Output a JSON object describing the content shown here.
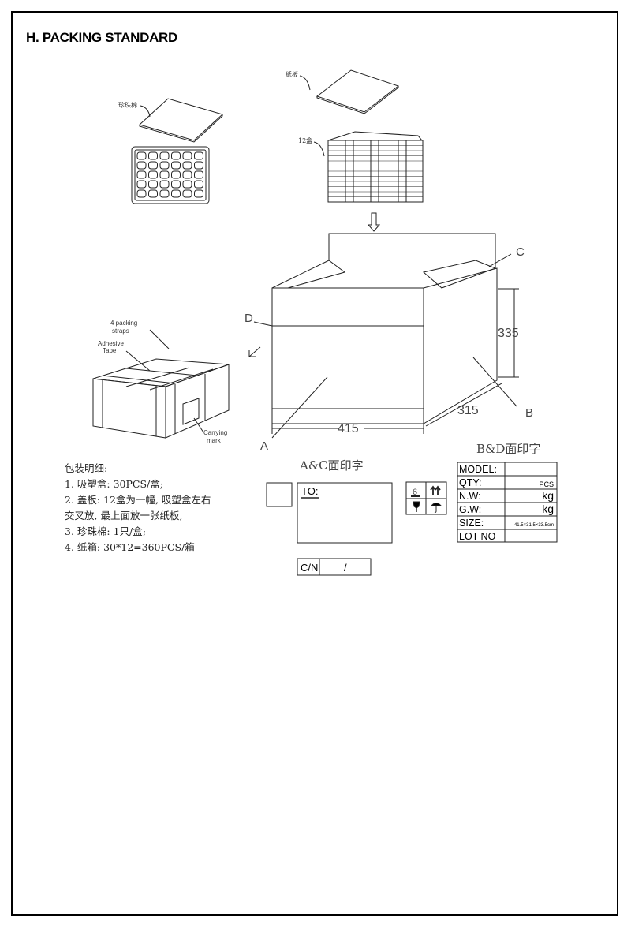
{
  "title": "H. PACKING STANDARD",
  "labels": {
    "foam": "珍珠棉",
    "board": "纸板",
    "boxes12": "12盒",
    "strap": "4 packing straps",
    "strap1": "4 packing",
    "strap2": "straps",
    "tape1": "Adhesive",
    "tape2": "Tape",
    "carry1": "Carrying",
    "carry2": "mark",
    "A": "A",
    "B": "B",
    "C": "C",
    "D": "D",
    "dim_length": "415",
    "dim_width": "315",
    "dim_height": "335"
  },
  "notes": {
    "heading": "包装明细:",
    "items": [
      "1. 吸塑盒: 30PCS/盒;",
      "2. 盖板: 12盒为一幢, 吸塑盒左右",
      "交叉放, 最上面放一张纸板,",
      "3. 珍珠棉: 1只/盒;",
      "4. 纸箱: 30*12=360PCS/箱"
    ]
  },
  "ac_mark": {
    "title": "A&C面印字",
    "to_label": "TO:",
    "cn_label": "C/N",
    "cn_value": "/"
  },
  "bd_mark": {
    "title": "B&D面印字",
    "rows": [
      {
        "label": "MODEL:",
        "value": ""
      },
      {
        "label": "QTY:",
        "value": "PCS"
      },
      {
        "label": "N.W:",
        "value": "kg"
      },
      {
        "label": "G.W:",
        "value": "kg"
      },
      {
        "label": "SIZE:",
        "value": "41.5×31.5×33.5cm"
      },
      {
        "label": "LOT NO",
        "value": ""
      }
    ],
    "icons": [
      "stack-limit-6",
      "this-way-up",
      "fragile",
      "keep-dry"
    ],
    "stack_number": "6"
  }
}
